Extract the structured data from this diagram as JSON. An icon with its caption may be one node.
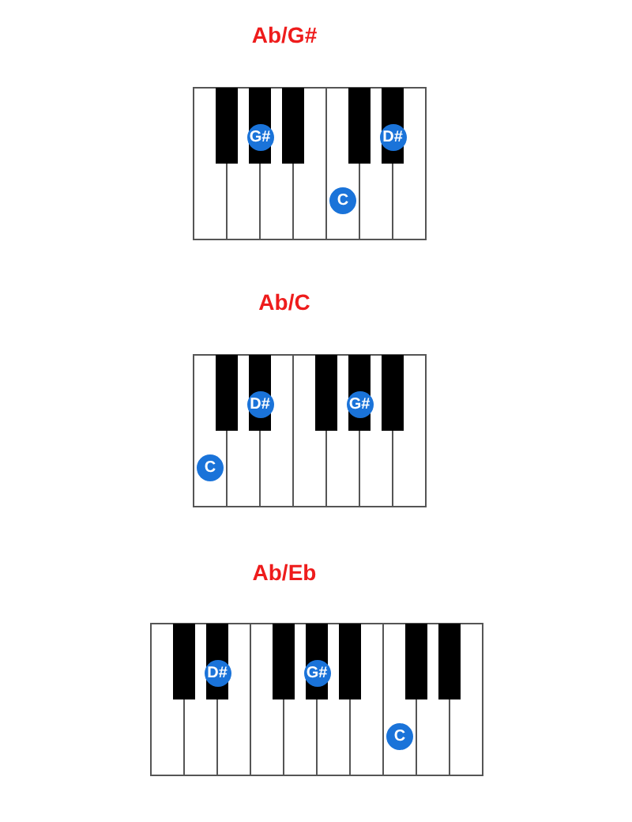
{
  "diagram": {
    "nodes": [
      {
        "text": [
          "Ab/G#"
        ]
      },
      {
        "text": [
          "G#"
        ],
        "in": 0
      },
      {
        "text": [
          "D#"
        ],
        "in": 0
      },
      {
        "text": [
          "C"
        ],
        "in": 0
      },
      {
        "text": [
          "Ab/C"
        ]
      },
      {
        "text": [
          "D#"
        ],
        "in": 4
      },
      {
        "text": [
          "G#"
        ],
        "in": 4
      },
      {
        "text": [
          "C"
        ],
        "in": 4
      },
      {
        "text": [
          "Ab/Eb"
        ]
      },
      {
        "text": [
          "D#"
        ],
        "in": 8
      },
      {
        "text": [
          "G#"
        ],
        "in": 8
      },
      {
        "text": [
          "C"
        ],
        "in": 8
      }
    ]
  }
}
